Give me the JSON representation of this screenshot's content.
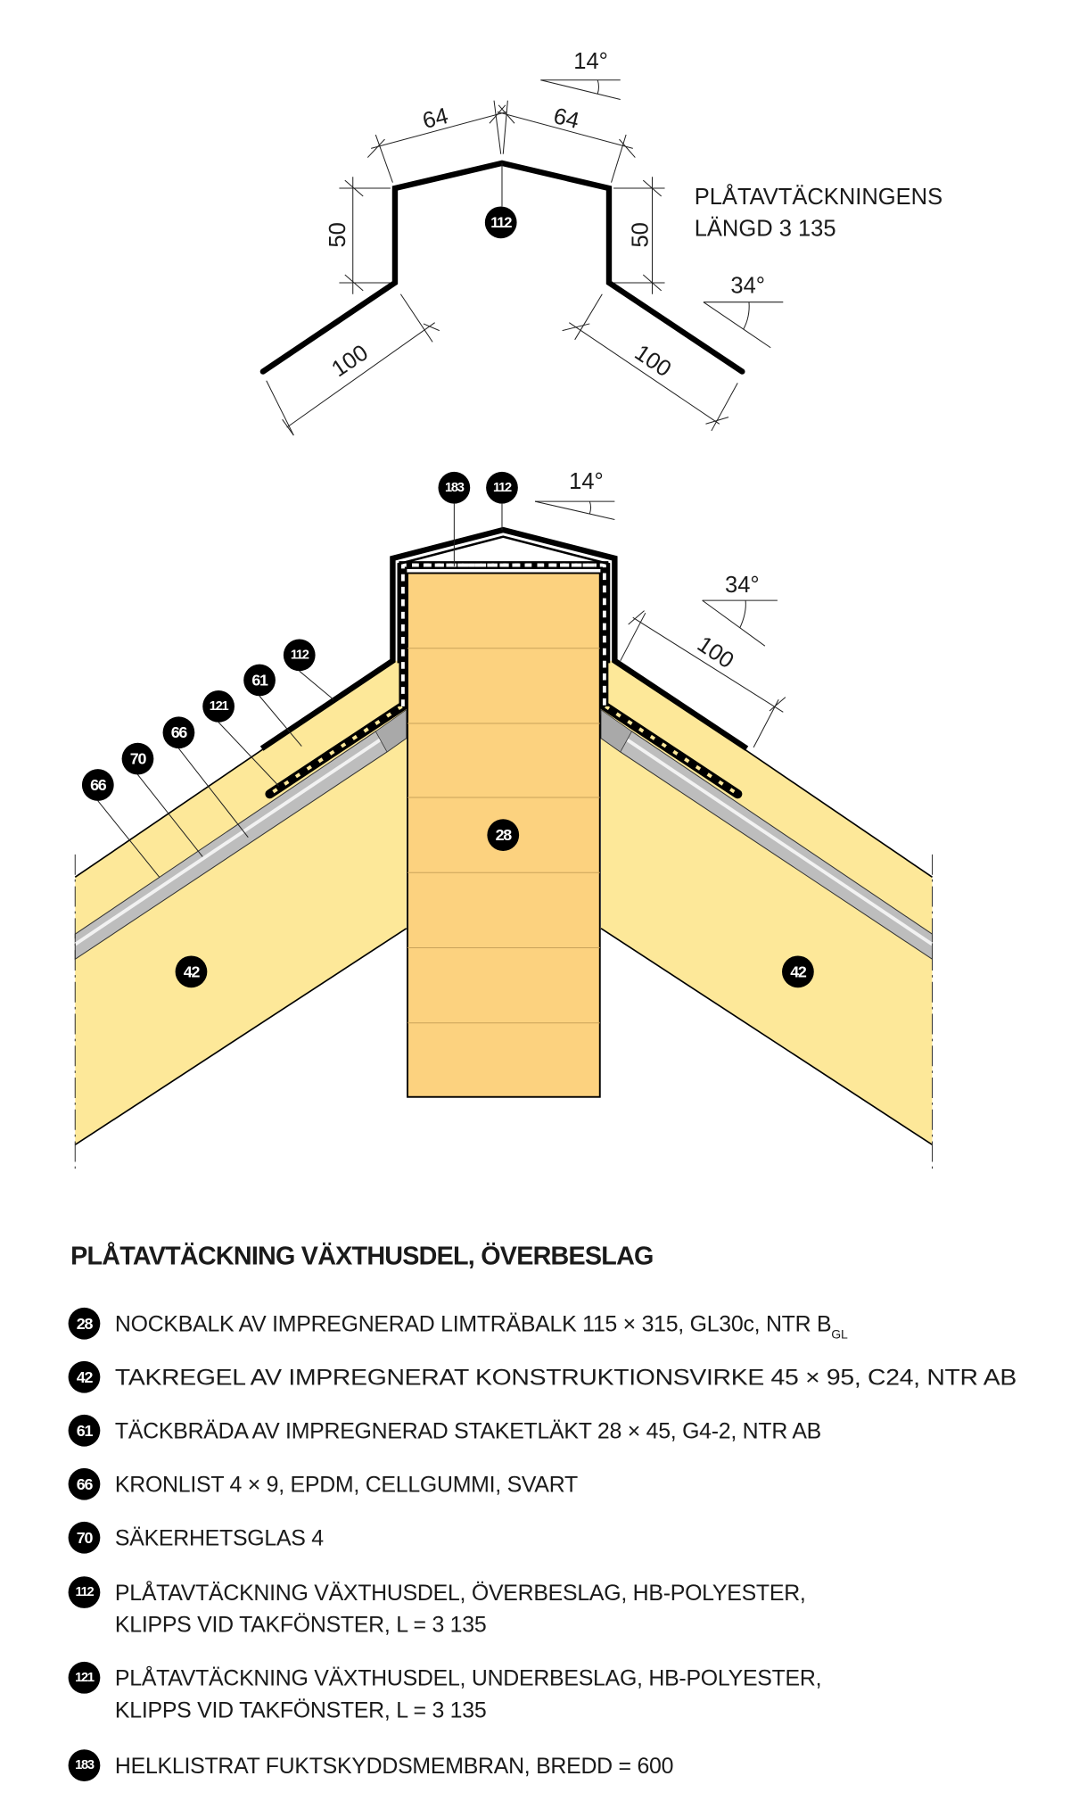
{
  "profile": {
    "note_line1": "PLÅTAVTÄCKNINGENS",
    "note_line2": "LÄNGD 3 135",
    "dim_top_left": "64",
    "dim_top_right": "64",
    "dim_side_left": "50",
    "dim_side_right": "50",
    "dim_leg_left": "100",
    "dim_leg_right": "100",
    "angle_top": "14°",
    "angle_leg": "34°",
    "badge": "112"
  },
  "section": {
    "angle_top": "14°",
    "angle_leg": "34°",
    "dim_leg": "100",
    "badges": [
      "183",
      "112",
      "66",
      "70",
      "66",
      "121",
      "61",
      "112",
      "28",
      "42",
      "42"
    ]
  },
  "colors": {
    "rafter": "#fde899",
    "beam": "#fcd27f",
    "glass": "#bdbdbd",
    "ink": "#000000"
  },
  "legend": {
    "title": "PLÅTAVTÄCKNING VÄXTHUSDEL, ÖVERBESLAG",
    "items": [
      {
        "num": "28",
        "text": "NOCKBALK AV IMPREGNERAD LIMTRÄBALK 115 × 315, GL30c, NTR B",
        "sub": "GL"
      },
      {
        "num": "42",
        "text": "TAKREGEL AV IMPREGNERAT KONSTRUKTIONSVIRKE 45 × 95, C24, NTR AB"
      },
      {
        "num": "61",
        "text": "TÄCKBRÄDA AV IMPREGNERAD STAKETLÄKT 28 × 45, G4-2, NTR AB"
      },
      {
        "num": "66",
        "text": "KRONLIST 4 × 9, EPDM, CELLGUMMI, SVART"
      },
      {
        "num": "70",
        "text": "SÄKERHETSGLAS 4"
      },
      {
        "num": "112",
        "text": "PLÅTAVTÄCKNING VÄXTHUSDEL, ÖVERBESLAG, HB-POLYESTER,",
        "text2": "KLIPPS VID TAKFÖNSTER, L = 3 135"
      },
      {
        "num": "121",
        "text": "PLÅTAVTÄCKNING VÄXTHUSDEL, UNDERBESLAG, HB-POLYESTER,",
        "text2": "KLIPPS VID TAKFÖNSTER, L = 3 135"
      },
      {
        "num": "183",
        "text": "HELKLISTRAT FUKTSKYDDSMEMBRAN, BREDD = 600"
      }
    ]
  }
}
